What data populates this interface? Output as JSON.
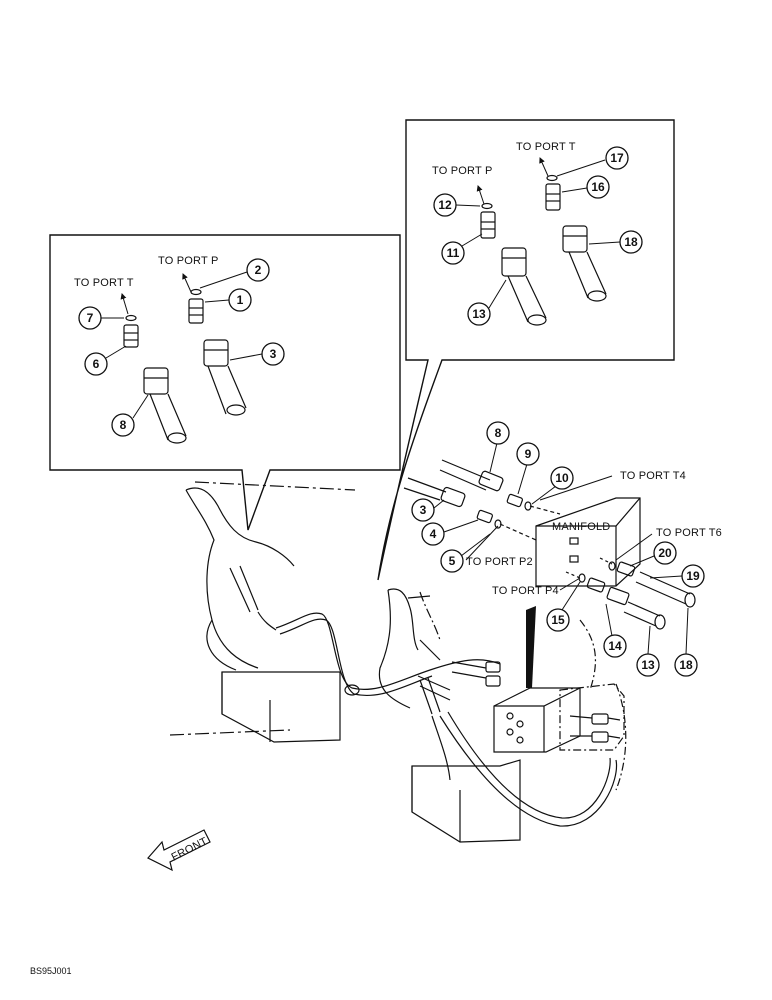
{
  "labels": {
    "left_to_port_t": "TO PORT T",
    "left_to_port_p": "TO PORT P",
    "right_to_port_t": "TO PORT T",
    "right_to_port_p": "TO PORT P",
    "to_port_t4": "TO PORT T4",
    "to_port_t6": "TO PORT T6",
    "to_port_p2": "TO PORT P2",
    "to_port_p4": "TO PORT P4",
    "manifold": "MANIFOLD",
    "front": "FRONT",
    "figure_code": "BS95J001"
  },
  "callouts": {
    "left_inset": [
      "2",
      "1",
      "7",
      "6",
      "3",
      "8"
    ],
    "right_inset": [
      "17",
      "16",
      "12",
      "11",
      "18",
      "13"
    ],
    "main": [
      "8",
      "9",
      "10",
      "3",
      "4",
      "5",
      "20",
      "19",
      "15",
      "14",
      "13",
      "18"
    ]
  },
  "colors": {
    "line": "#111111",
    "background": "#ffffff"
  }
}
